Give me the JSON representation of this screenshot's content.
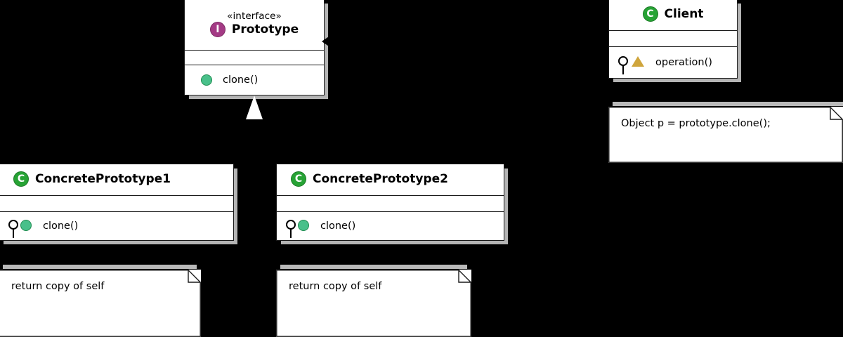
{
  "diagram": {
    "title": "Prototype design pattern UML class diagram",
    "background_color": "#000000",
    "box_fill": "#ffffff",
    "box_stroke": "#1a1a1a",
    "shadow_color": "#bebebe",
    "interface_icon_color": "#a43a85",
    "class_icon_color": "#27a335",
    "method_icon_color": "#49c08a",
    "triangle_icon_color": "#cfa53c"
  },
  "classes": {
    "prototype": {
      "stereotype": "«interface»",
      "name": "Prototype",
      "icon_letter": "I",
      "icon_name": "interface-icon",
      "operations": [
        {
          "label": "clone()",
          "icon": "public-method-icon"
        }
      ]
    },
    "client": {
      "name": "Client",
      "icon_letter": "C",
      "icon_name": "class-icon",
      "operations": [
        {
          "label": "operation()",
          "icon": "lollipop-icon",
          "icon2": "triangle-icon"
        }
      ]
    },
    "concrete1": {
      "name": "ConcretePrototype1",
      "icon_letter": "C",
      "icon_name": "class-icon",
      "operations": [
        {
          "label": "clone()",
          "icon": "lollipop-icon",
          "icon2": "public-method-icon"
        }
      ]
    },
    "concrete2": {
      "name": "ConcretePrototype2",
      "icon_letter": "C",
      "icon_name": "class-icon",
      "operations": [
        {
          "label": "clone()",
          "icon": "lollipop-icon",
          "icon2": "public-method-icon"
        }
      ]
    }
  },
  "notes": {
    "client_note": {
      "text": "Object p = prototype.clone();"
    },
    "concrete1_note": {
      "text": "return copy of self"
    },
    "concrete2_note": {
      "text": "return copy of self"
    }
  },
  "relationships": [
    {
      "name": "generalization",
      "from": "ConcretePrototype1",
      "to": "Prototype",
      "style": "solid-hollow-triangle"
    },
    {
      "name": "generalization",
      "from": "ConcretePrototype2",
      "to": "Prototype",
      "style": "solid-hollow-triangle"
    },
    {
      "name": "dependency",
      "from": "Client",
      "to": "Prototype",
      "style": "dashed-open-arrow"
    }
  ]
}
